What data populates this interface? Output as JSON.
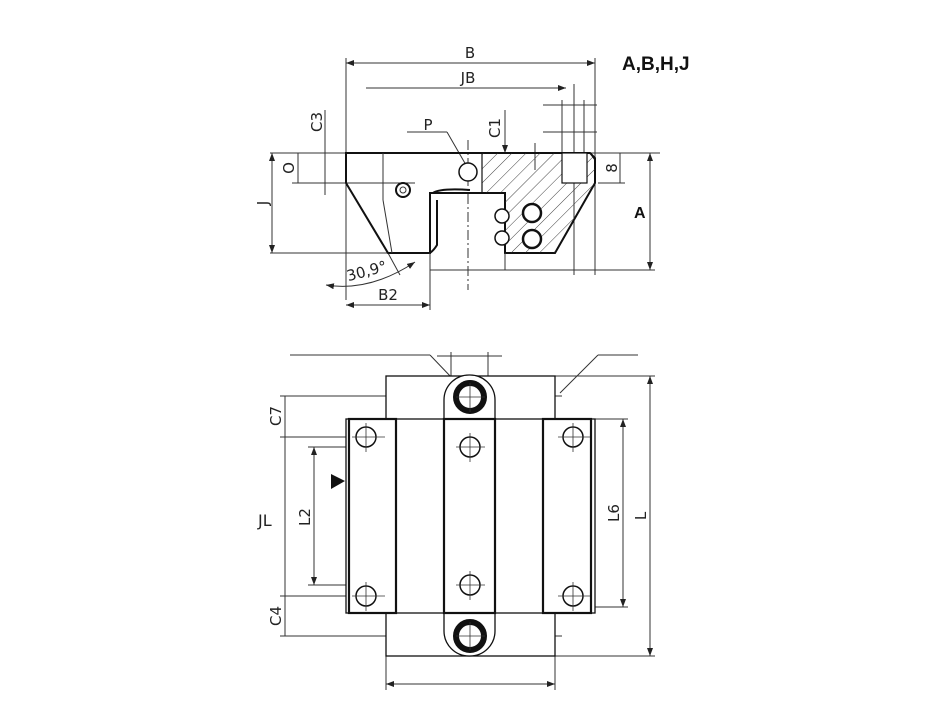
{
  "title_codes": "A,B,H,J",
  "front_view": {
    "labels": {
      "B": "B",
      "JB": "JB",
      "P": "P",
      "C3": "C3",
      "C1": "C1",
      "O": "O",
      "eight": "8",
      "J": "J",
      "A": "A",
      "angle": "30,9°",
      "B2": "B2"
    }
  },
  "top_view": {
    "labels": {
      "C7": "C7",
      "JL": "JL",
      "L2": "L2",
      "L6": "L6",
      "L": "L",
      "C4": "C4"
    }
  },
  "colors": {
    "line": "#111111",
    "hatch": "#444444"
  }
}
